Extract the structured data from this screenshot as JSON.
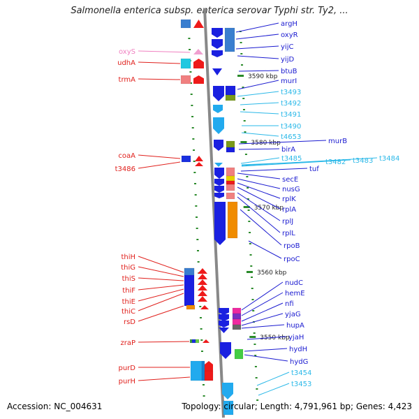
{
  "title": "Salmonella enterica subsp. enterica serovar Typhi str. Ty2, ...",
  "footer": {
    "accession": "Accession: NC_004631",
    "summary": "Topology: circular; Length: 4,791,961 bp; Genes: 4,423"
  },
  "colors": {
    "red_label": "#e0201c",
    "blue_label": "#1a1ad0",
    "cyan_label": "#2ab8e8",
    "pink_label": "#f080c0",
    "backbone": "#888888",
    "tick": "#2a8a2a"
  },
  "position_ticks": [
    {
      "label": "3590 kbp",
      "value": 3590
    },
    {
      "label": "3580 kbp",
      "value": 3580
    },
    {
      "label": "3570 kbp",
      "value": 3570
    },
    {
      "label": "3560 kbp",
      "value": 3560
    },
    {
      "label": "3550 kbp",
      "value": 3550
    }
  ],
  "left_labels": [
    {
      "text": "oxyS",
      "color": "pink"
    },
    {
      "text": "udhA",
      "color": "red"
    },
    {
      "text": "trmA",
      "color": "red"
    },
    {
      "text": "coaA",
      "color": "red"
    },
    {
      "text": "t3486",
      "color": "red"
    },
    {
      "text": "thiH",
      "color": "red"
    },
    {
      "text": "thiG",
      "color": "red"
    },
    {
      "text": "thiS",
      "color": "red"
    },
    {
      "text": "thiF",
      "color": "red"
    },
    {
      "text": "thiE",
      "color": "red"
    },
    {
      "text": "thiC",
      "color": "red"
    },
    {
      "text": "rsD",
      "color": "red"
    },
    {
      "text": "zraP",
      "color": "red"
    },
    {
      "text": "purD",
      "color": "red"
    },
    {
      "text": "purH",
      "color": "red"
    }
  ],
  "right_labels": [
    {
      "text": "argH",
      "color": "blue"
    },
    {
      "text": "oxyR",
      "color": "blue"
    },
    {
      "text": "yijC",
      "color": "blue"
    },
    {
      "text": "yijD",
      "color": "blue"
    },
    {
      "text": "btuB",
      "color": "blue"
    },
    {
      "text": "murI",
      "color": "blue"
    },
    {
      "text": "t3493",
      "color": "cyan"
    },
    {
      "text": "t3492",
      "color": "cyan"
    },
    {
      "text": "t3491",
      "color": "cyan"
    },
    {
      "text": "t3490",
      "color": "cyan"
    },
    {
      "text": "t4653",
      "color": "cyan"
    },
    {
      "text": "murB",
      "color": "blue"
    },
    {
      "text": "birA",
      "color": "blue"
    },
    {
      "text": "t3485",
      "color": "cyan"
    },
    {
      "text": "t3482",
      "color": "cyan"
    },
    {
      "text": "t3483",
      "color": "cyan"
    },
    {
      "text": "t3484",
      "color": "cyan"
    },
    {
      "text": "tuf",
      "color": "blue"
    },
    {
      "text": "secE",
      "color": "blue"
    },
    {
      "text": "nusG",
      "color": "blue"
    },
    {
      "text": "rplK",
      "color": "blue"
    },
    {
      "text": "rplA",
      "color": "blue"
    },
    {
      "text": "rplJ",
      "color": "blue"
    },
    {
      "text": "rplL",
      "color": "blue"
    },
    {
      "text": "rpoB",
      "color": "blue"
    },
    {
      "text": "rpoC",
      "color": "blue"
    },
    {
      "text": "nudC",
      "color": "blue"
    },
    {
      "text": "hemE",
      "color": "blue"
    },
    {
      "text": "nfi",
      "color": "blue"
    },
    {
      "text": "yjaG",
      "color": "blue"
    },
    {
      "text": "hupA",
      "color": "blue"
    },
    {
      "text": "yjaH",
      "color": "blue"
    },
    {
      "text": "hydH",
      "color": "blue"
    },
    {
      "text": "hydG",
      "color": "blue"
    },
    {
      "text": "t3454",
      "color": "cyan"
    },
    {
      "text": "t3453",
      "color": "cyan"
    }
  ]
}
